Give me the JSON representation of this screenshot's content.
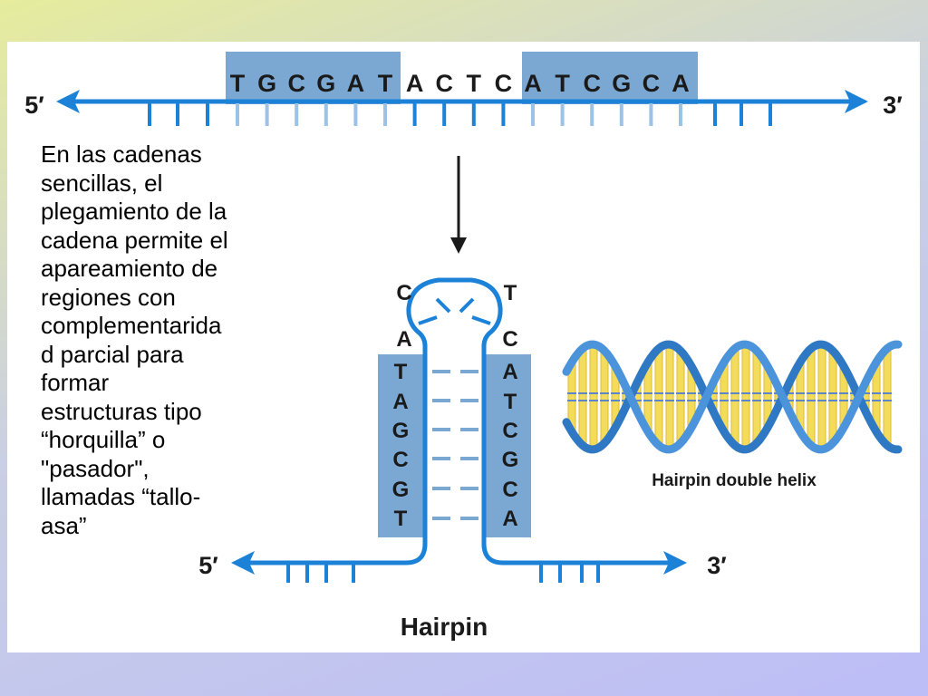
{
  "colors": {
    "strand_blue": "#1b82d8",
    "highlight_box": "#7ba8d3",
    "helix_yellow": "#f2dc5a",
    "text": "#1a1a1a"
  },
  "top_strand": {
    "end_5": "5′",
    "end_3": "3′",
    "bases": [
      "T",
      "G",
      "C",
      "G",
      "A",
      "T",
      "A",
      "C",
      "T",
      "C",
      "A",
      "T",
      "C",
      "G",
      "C",
      "A"
    ]
  },
  "hairpin": {
    "loop": {
      "left_top": "C",
      "right_top": "T",
      "left_bottom": "A",
      "right_bottom": "C"
    },
    "stem_left": [
      "T",
      "A",
      "G",
      "C",
      "G",
      "T"
    ],
    "stem_right": [
      "A",
      "T",
      "C",
      "G",
      "C",
      "A"
    ],
    "end_5": "5′",
    "end_3": "3′",
    "label": "Hairpin"
  },
  "helix": {
    "label": "Hairpin double helix"
  },
  "text_block": {
    "lines": [
      "En las cadenas",
      "sencillas, el",
      "plegamiento de la",
      "cadena permite el",
      "apareamiento de",
      "regiones con",
      "complementarida",
      "d parcial para",
      "formar",
      "estructuras tipo",
      "“horquilla” o",
      "\"pasador\",",
      "llamadas “tallo-",
      "asa”"
    ]
  }
}
